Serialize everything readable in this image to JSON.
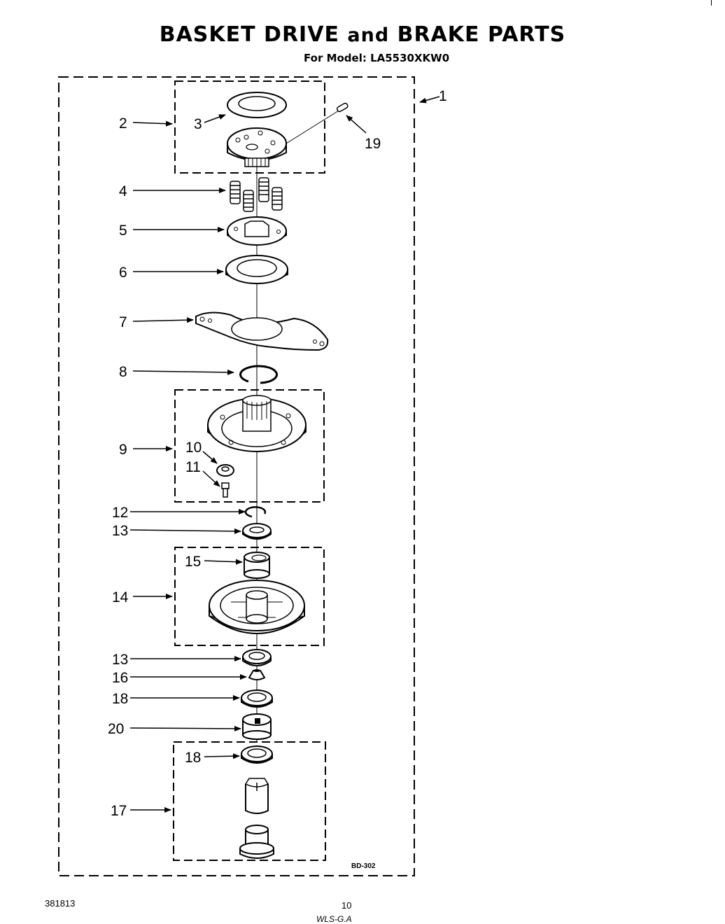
{
  "title": {
    "part1": "BASKET DRIVE ",
    "part2": "and",
    "part3": " BRAKE PARTS"
  },
  "subtitle": "For Model: LA5530XKW0",
  "diagram_ref": "BD-302",
  "footer": {
    "doc_number": "381813",
    "page_number": "10",
    "handwriting": "WLS-G.A"
  },
  "callouts": {
    "c1": "1",
    "c2": "2",
    "c3": "3",
    "c4": "4",
    "c5": "5",
    "c6": "6",
    "c7": "7",
    "c8": "8",
    "c9": "9",
    "c10": "10",
    "c11": "11",
    "c12": "12",
    "c13a": "13",
    "c13b": "13",
    "c14": "14",
    "c15": "15",
    "c16": "16",
    "c17": "17",
    "c18a": "18",
    "c18b": "18",
    "c19": "19",
    "c20": "20"
  }
}
